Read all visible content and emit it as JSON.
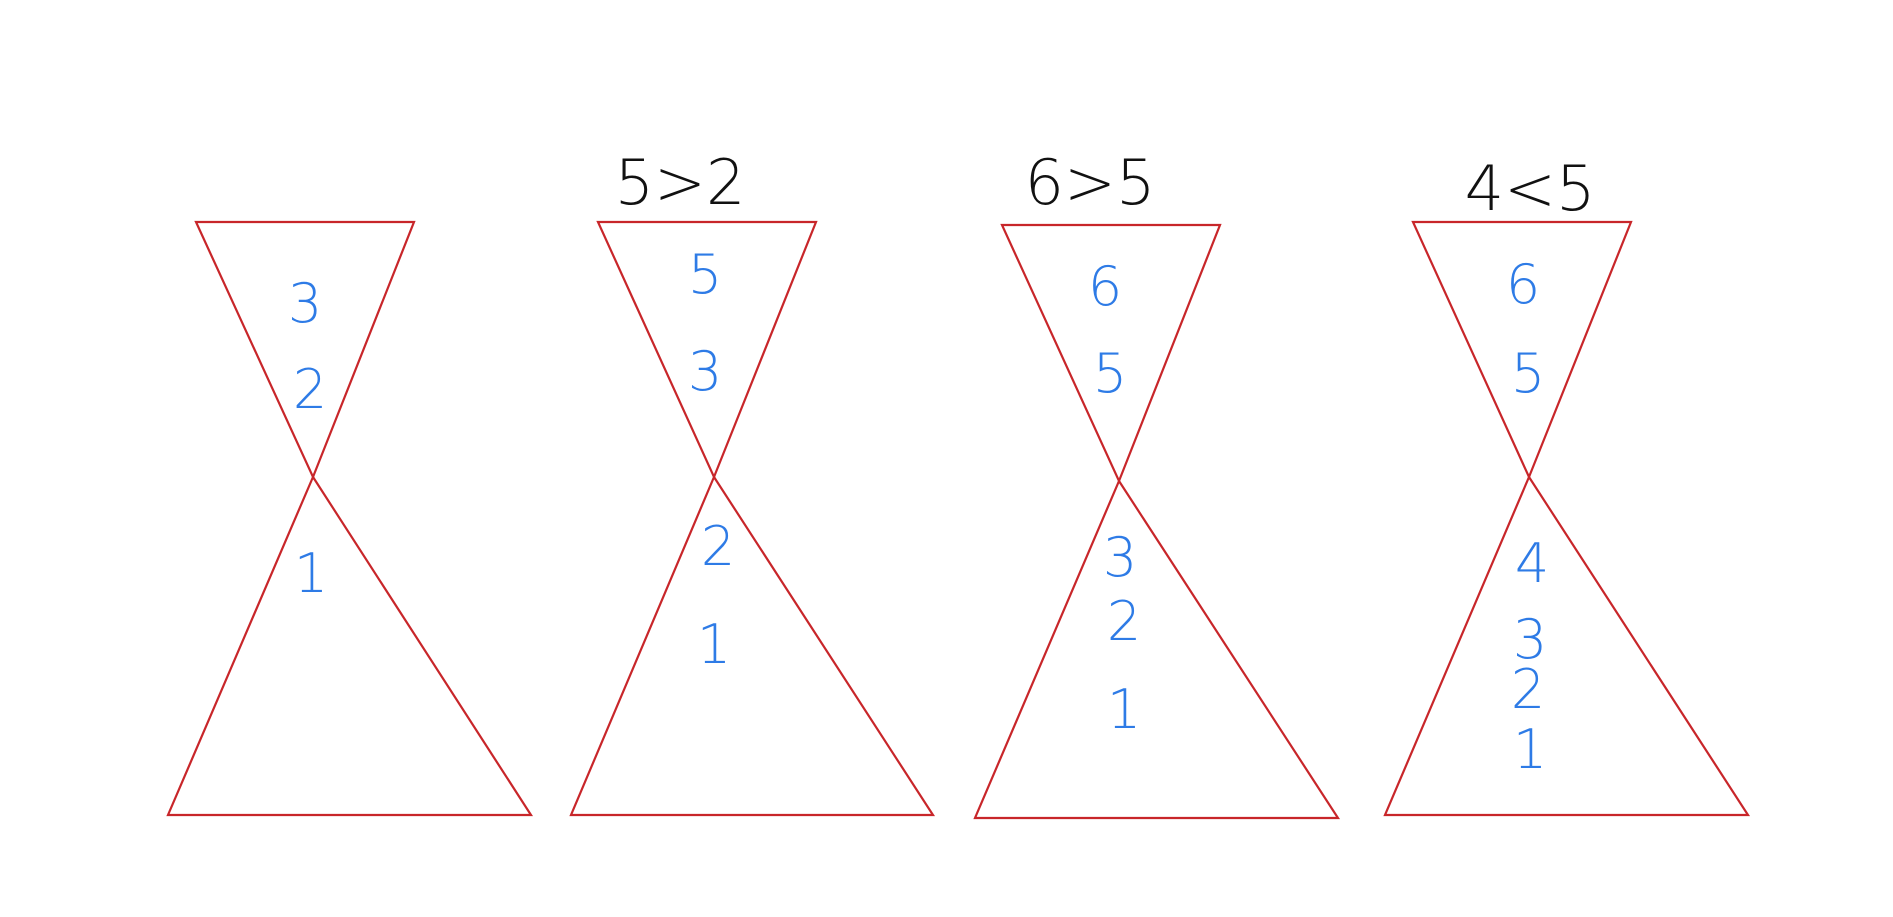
{
  "colors": {
    "outline": "#c8262a",
    "stack_numbers": "#2e7be6",
    "comparison": "#111111",
    "background": "#ffffff"
  },
  "panels": [
    {
      "comparison": "",
      "upper": [
        "3",
        "2"
      ],
      "lower": [
        "1"
      ]
    },
    {
      "comparison": "5>2",
      "upper": [
        "5",
        "3"
      ],
      "lower": [
        "2",
        "1"
      ]
    },
    {
      "comparison": "6>5",
      "upper": [
        "6",
        "5"
      ],
      "lower": [
        "3",
        "2",
        "1"
      ]
    },
    {
      "comparison": "4<5",
      "upper": [
        "6",
        "5"
      ],
      "lower": [
        "4",
        "3",
        "2",
        "1"
      ]
    }
  ]
}
